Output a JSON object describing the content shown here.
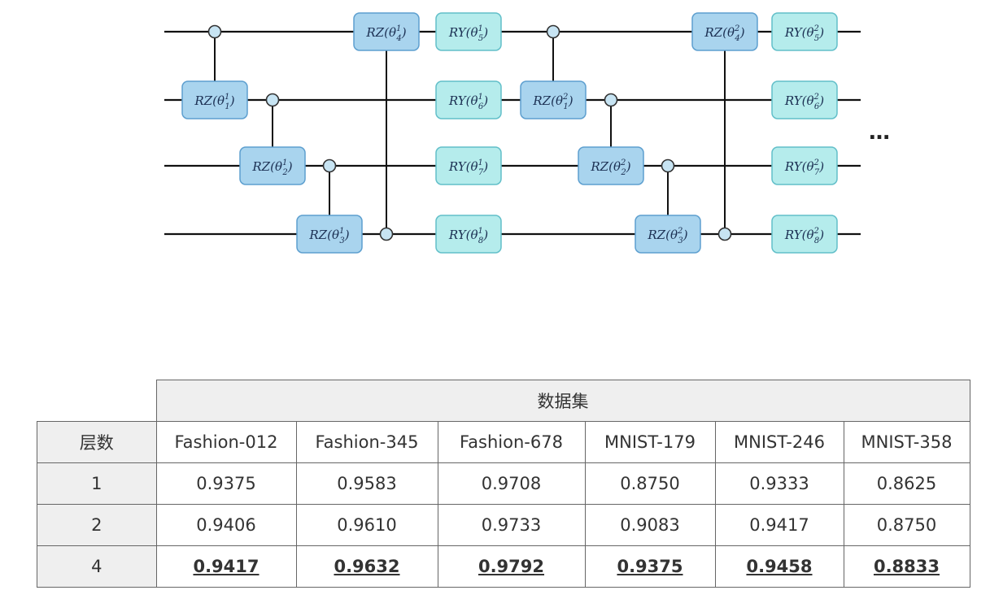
{
  "circuit": {
    "num_qubits": 4,
    "layers": [
      {
        "rz_gates": [
          {
            "base": "RZ(θ",
            "sub": "1",
            "sup": "1"
          },
          {
            "base": "RZ(θ",
            "sub": "2",
            "sup": "1"
          },
          {
            "base": "RZ(θ",
            "sub": "3",
            "sup": "1"
          },
          {
            "base": "RZ(θ",
            "sub": "4",
            "sup": "1"
          }
        ],
        "ry_gates": [
          {
            "base": "RY(θ",
            "sub": "5",
            "sup": "1"
          },
          {
            "base": "RY(θ",
            "sub": "6",
            "sup": "1"
          },
          {
            "base": "RY(θ",
            "sub": "7",
            "sup": "1"
          },
          {
            "base": "RY(θ",
            "sub": "8",
            "sup": "1"
          }
        ]
      },
      {
        "rz_gates": [
          {
            "base": "RZ(θ",
            "sub": "1",
            "sup": "2"
          },
          {
            "base": "RZ(θ",
            "sub": "2",
            "sup": "2"
          },
          {
            "base": "RZ(θ",
            "sub": "3",
            "sup": "2"
          },
          {
            "base": "RZ(θ",
            "sub": "4",
            "sup": "2"
          }
        ],
        "ry_gates": [
          {
            "base": "RY(θ",
            "sub": "5",
            "sup": "2"
          },
          {
            "base": "RY(θ",
            "sub": "6",
            "sup": "2"
          },
          {
            "base": "RY(θ",
            "sub": "7",
            "sup": "2"
          },
          {
            "base": "RY(θ",
            "sub": "8",
            "sup": "2"
          }
        ]
      }
    ],
    "continuation": "…",
    "colors": {
      "rz_fill": "#a9d4ee",
      "rz_stroke": "#5d9fcf",
      "ry_fill": "#b5ecec",
      "ry_stroke": "#62bfc9",
      "wire": "#111111",
      "control_fill": "#c7e4f3"
    }
  },
  "table": {
    "group_header": "数据集",
    "row_header_label": "层数",
    "columns": [
      "Fashion-012",
      "Fashion-345",
      "Fashion-678",
      "MNIST-179",
      "MNIST-246",
      "MNIST-358"
    ],
    "rows": [
      {
        "layers": "1",
        "values": [
          "0.9375",
          "0.9583",
          "0.9708",
          "0.8750",
          "0.9333",
          "0.8625"
        ]
      },
      {
        "layers": "2",
        "values": [
          "0.9406",
          "0.9610",
          "0.9733",
          "0.9083",
          "0.9417",
          "0.8750"
        ]
      },
      {
        "layers": "4",
        "values": [
          "0.9417",
          "0.9632",
          "0.9792",
          "0.9375",
          "0.9458",
          "0.8833"
        ],
        "emphasized": true
      }
    ]
  }
}
